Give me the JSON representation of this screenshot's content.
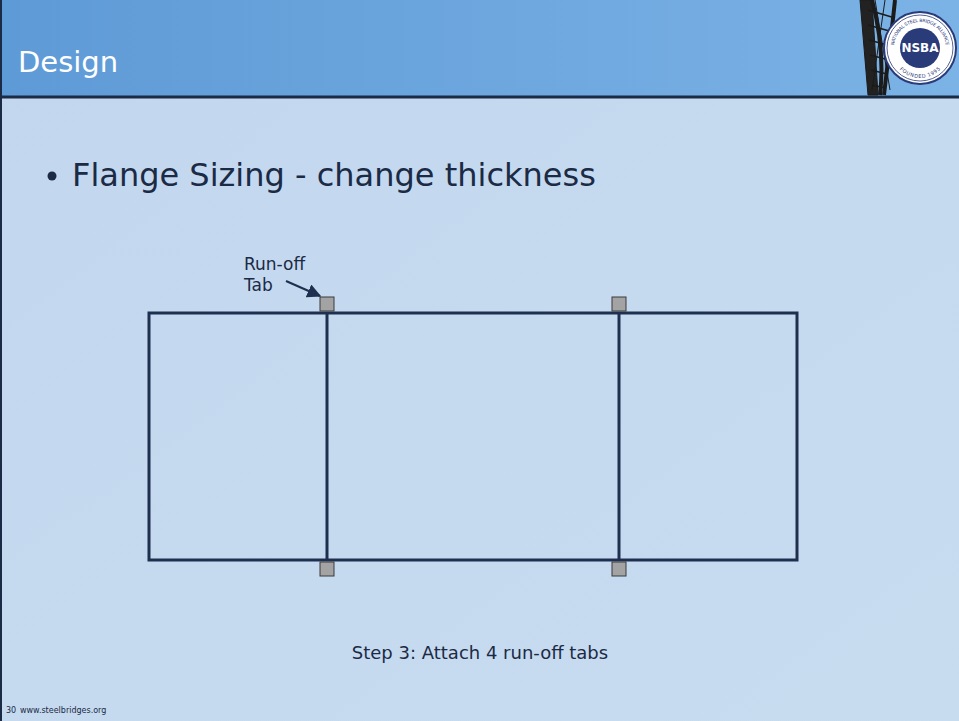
{
  "diagram": {
    "title": "Design",
    "caption": "Step 3: Attach 4 run-off tabs",
    "labels": [
      "Flange Sizing - change thickness",
      "Run-off Tab",
      "30",
      "www.steelbridges.org",
      "NSBA",
      "NATIONAL STEEL BRIDGE ALLIANCE",
      "FOUNDED 1995"
    ]
  }
}
